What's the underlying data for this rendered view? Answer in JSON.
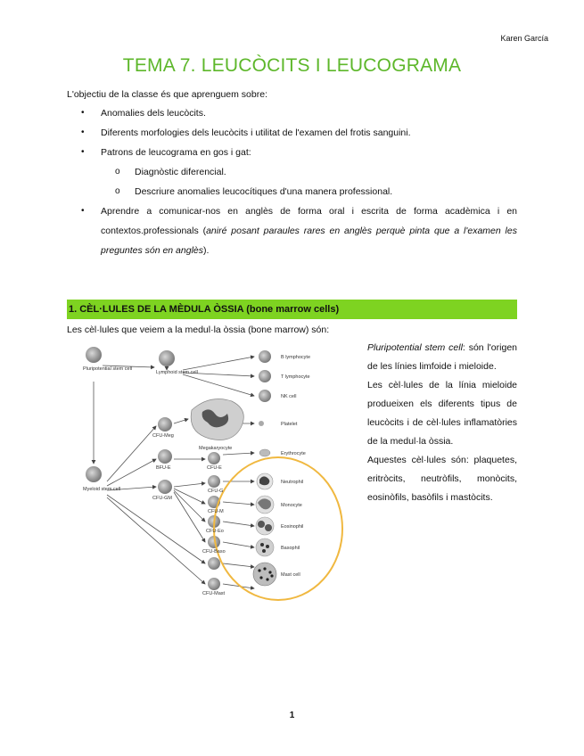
{
  "header": {
    "author": "Karen García"
  },
  "title": "TEMA 7. LEUCÒCITS I LEUCOGRAMA",
  "intro": "L'objectiu de la classe és que aprenguem sobre:",
  "goals": [
    "Anomalies dels leucòcits.",
    "Diferents morfologies dels leucòcits i utilitat de l'examen del frotis sanguini.",
    "Patrons de leucograma en gos i gat:"
  ],
  "goal_sub": [
    "Diagnòstic diferencial.",
    "Descriure anomalies leucocítiques d'una manera professional."
  ],
  "goal_last": {
    "text": "Aprendre a comunicar-nos en anglès de forma oral i escrita de forma acadèmica i en contextos.professionals (",
    "italic": "aniré posant paraules rares en anglès perquè pinta que a l'examen les preguntes són en anglès",
    "end": ")."
  },
  "section1": {
    "heading": "1. CÈL·LULES DE LA MÈDULA ÒSSIA (bone marrow cells)",
    "intro": "Les cèl·lules que veiem a la medul·la òssia (bone marrow) són:",
    "p1_italic": "Pluripotential stem cell",
    "p1_rest": ": són l'origen de les línies limfoide i mieloide.",
    "p2": "Les cèl·lules de la línia mieloide produeixen els diferents tipus de leucòcits i de cèl·lules inflamatòries de la medul·la òssia.",
    "p3": "Aquestes cèl·lules són: plaquetes, eritròcits, neutròfils, monòcits, eosinòfils, basòfils i mastòcits."
  },
  "diagram": {
    "pluripotent": "Pluripotential stem cell",
    "lymphoid": "Lymphoid stem cell",
    "myeloid": "Myeloid stem cell",
    "cfu_meg": "CFU-Meg",
    "megakaryocyte": "Megakaryocyte",
    "bfu_e": "BFU-E",
    "cfu_e": "CFU-E",
    "cfu_gm": "CFU-GM",
    "cfu_g": "CFU-G",
    "cfu_m": "CFU-M",
    "cfu_eo": "CFU-Eo",
    "cfu_baso": "CFU-Baso",
    "cfu_mast": "CFU-Mast",
    "b_lymph": "B lymphocyte",
    "t_lymph": "T lymphocyte",
    "nk": "NK cell",
    "platelet": "Platelet",
    "erythrocyte": "Erythrocyte",
    "neutrophil": "Neutrophil",
    "monocyte": "Monocyte",
    "eosinophil": "Eosinophil",
    "basophil": "Basophil",
    "mast": "Mast cell"
  },
  "page_number": "1",
  "colors": {
    "title": "#5db72a",
    "section_bar": "#7ed321",
    "ellipse": "#f0b840"
  }
}
